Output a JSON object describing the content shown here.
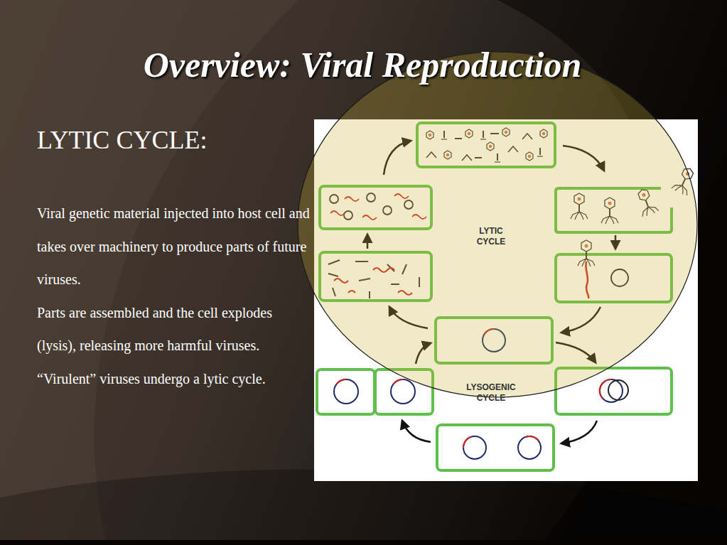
{
  "diagram": {
    "title": "Overview: Viral Reproduction",
    "labels": [
      "LYTIC CYCLE:",
      "Viral genetic material injected into host cell and takes over machinery to produce parts of future viruses.",
      "Parts are assembled and the cell explodes (lysis), releasing more harmful viruses. “Virulent” viruses undergo a lytic cycle.",
      "LYTIC CYCLE",
      "LYSOGENIC CYCLE"
    ]
  }
}
